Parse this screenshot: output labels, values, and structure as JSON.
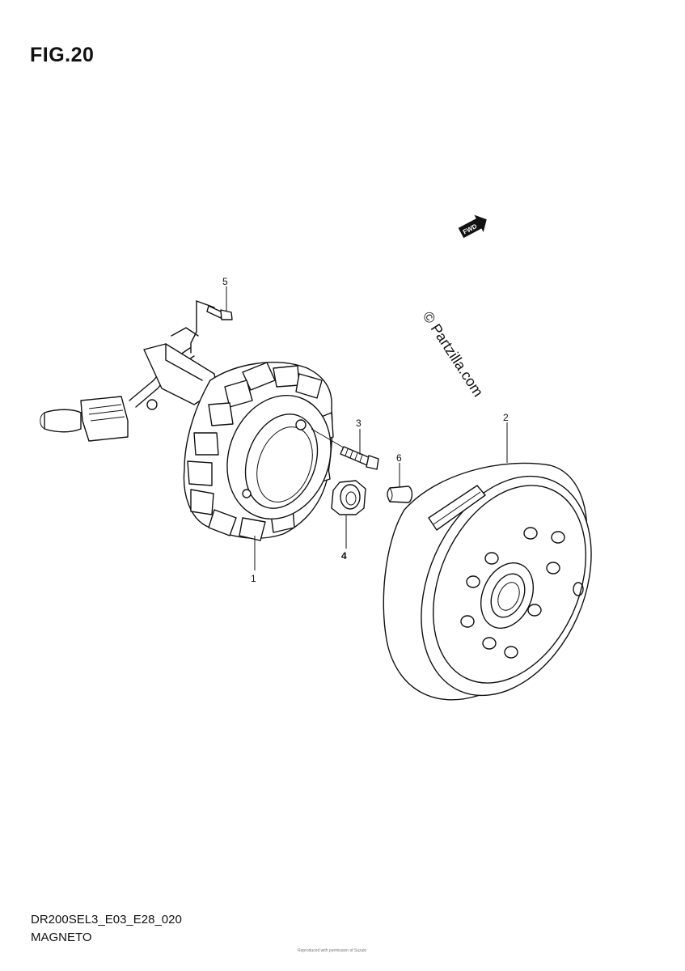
{
  "figure": {
    "title": "FIG.20",
    "code": "DR200SEL3_E03_E28_020",
    "name": "MAGNETO",
    "footer_small": "Reproduced with permission of Suzuki"
  },
  "watermark": "© Partzilla.com",
  "fwd_badge": "FWD",
  "callouts": [
    "1",
    "2",
    "3",
    "4",
    "5",
    "6"
  ]
}
